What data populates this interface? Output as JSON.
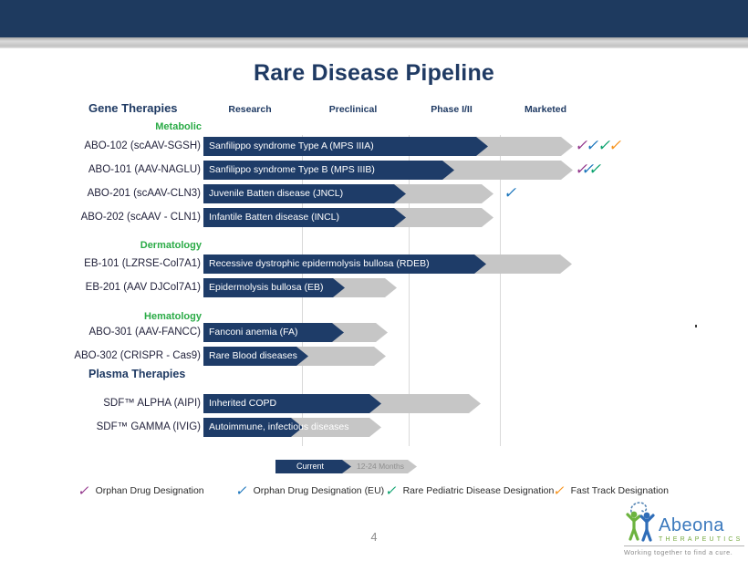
{
  "slide": {
    "title": "Rare Disease Pipeline",
    "page_number": "4"
  },
  "table": {
    "left_header": "Gene Therapies",
    "stage_columns": [
      "Research",
      "Preclinical",
      "Phase I/II",
      "Marketed"
    ],
    "sections": [
      {
        "name": "Metabolic"
      },
      {
        "name": "Dermatology"
      },
      {
        "name": "Hematology"
      },
      {
        "name": "Plasma Therapies"
      }
    ],
    "rows": [
      {
        "product": "ABO-102 (scAAV-SGSH)",
        "indication": "Sanfilippo syndrome Type A (MPS IIIA)",
        "designations": [
          "orphan_us",
          "orphan_eu",
          "rare_pediatric",
          "fast_track"
        ]
      },
      {
        "product": "ABO-101 (AAV-NAGLU)",
        "indication": "Sanfilippo syndrome Type B (MPS IIIB)",
        "designations": [
          "orphan_us",
          "orphan_eu",
          "rare_pediatric"
        ]
      },
      {
        "product": "ABO-201 (scAAV-CLN3)",
        "indication": "Juvenile Batten disease (JNCL)",
        "designations": [
          "orphan_eu"
        ]
      },
      {
        "product": "ABO-202 (scAAV - CLN1)",
        "indication": "Infantile Batten disease (INCL)",
        "designations": []
      },
      {
        "product": "EB-101 (LZRSE-Col7A1)",
        "indication": "Recessive dystrophic epidermolysis bullosa (RDEB)",
        "designations": []
      },
      {
        "product": "EB-201 (AAV DJCol7A1)",
        "indication": "Epidermolysis bullosa (EB)",
        "designations": []
      },
      {
        "product": "ABO-301 (AAV-FANCC)",
        "indication": "Fanconi anemia (FA)",
        "designations": []
      },
      {
        "product": "ABO-302 (CRISPR - Cas9)",
        "indication": "Rare Blood diseases",
        "designations": []
      },
      {
        "product": "SDF™ ALPHA (AIPI)",
        "indication": "Inherited COPD",
        "designations": []
      },
      {
        "product": "SDF™ GAMMA (IVIG)",
        "indication": "Autoimmune, infectious diseases",
        "designations": []
      }
    ]
  },
  "timeline_key": {
    "current": "Current",
    "future": "12-24 Months"
  },
  "legend": {
    "items": [
      {
        "key": "orphan_us",
        "label": "Orphan Drug  Designation",
        "color": "#93368c"
      },
      {
        "key": "orphan_eu",
        "label": "Orphan Drug  Designation (EU)",
        "color": "#1b75bc"
      },
      {
        "key": "rare_pediatric",
        "label": "Rare Pediatric Disease Designation",
        "color": "#0ba26e"
      },
      {
        "key": "fast_track",
        "label": "Fast Track Designation",
        "color": "#f7941e"
      }
    ]
  },
  "icons": {
    "check": "✓"
  },
  "logo": {
    "brand": "Abeona",
    "sub": "THERAPEUTICS",
    "tagline": "Working together to find a cure."
  },
  "colors": {
    "top_bar_navy": "#1e3a5f",
    "bar_navy": "#1e3c68",
    "bar_gray": "#c6c6c6",
    "title_navy": "#1f3a63",
    "section_green": "#2bab47",
    "check_purple": "#93368c",
    "check_blue": "#1b75bc",
    "check_green": "#0ba26e",
    "check_orange": "#f7941e"
  }
}
